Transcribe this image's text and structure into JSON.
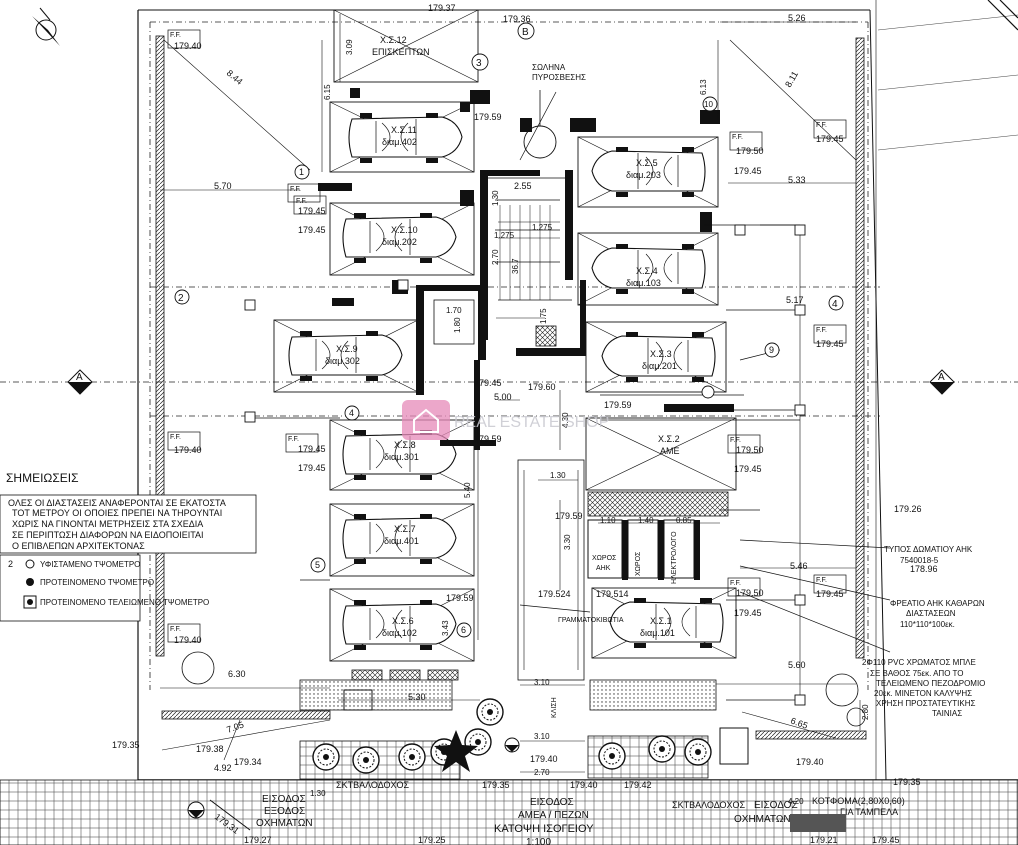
{
  "spots": [
    {
      "code": "Χ.Σ.12",
      "sub": "ΕΠΙΣΚΕΠΤΩΝ"
    },
    {
      "code": "Χ.Σ.11",
      "sub": "διαμ.402"
    },
    {
      "code": "Χ.Σ.10",
      "sub": "διαμ.202"
    },
    {
      "code": "Χ.Σ.9",
      "sub": "διαμ.302"
    },
    {
      "code": "Χ.Σ.8",
      "sub": "διαμ.301"
    },
    {
      "code": "Χ.Σ.7",
      "sub": "διαμ.401"
    },
    {
      "code": "Χ.Σ.6",
      "sub": "διαμ.102"
    },
    {
      "code": "Χ.Σ.5",
      "sub": "διαμ.203"
    },
    {
      "code": "Χ.Σ.4",
      "sub": "διαμ.103"
    },
    {
      "code": "Χ.Σ.3",
      "sub": "διαμ.201"
    },
    {
      "code": "Χ.Σ.2",
      "sub": "ΑΜΕ"
    },
    {
      "code": "Χ.Σ.1",
      "sub": "διαμ.101"
    }
  ],
  "levels": {
    "l17937": "179.37",
    "l17936": "179.36",
    "l17940": "179.40",
    "l17945": "179.45",
    "l17959": "179.59",
    "l17950": "179.50",
    "l17960": "179.60",
    "l179524": "179.524",
    "l179514": "179.514",
    "l17935": "179.35",
    "l17938": "179.38",
    "l17934": "179.34",
    "l17926": "179.26",
    "l17896": "178.96",
    "l17927": "179.27",
    "l17925": "179.25",
    "l17942": "179.42",
    "l17921": "179.21",
    "l17931": "179.31",
    "ff": "F.F."
  },
  "dims": {
    "d526": "5.26",
    "d844": "8.44",
    "d309": "3.09",
    "d615": "6.15",
    "d613": "6.13",
    "d811": "8.11",
    "d570": "5.70",
    "d533": "5.33",
    "d255": "2.55",
    "d130": "1.30",
    "d1275": "1.275",
    "d270": "2.70",
    "d367": "36.7",
    "d517": "5.17",
    "d170": "1.70",
    "d180": "1.80",
    "d175": "1.75",
    "d500": "5.00",
    "d430": "4.30",
    "d540": "5.40",
    "d110": "1.10",
    "d140": "1.40",
    "d085": "0.85",
    "d330": "3.30",
    "d546": "5.46",
    "d343": "3.43",
    "d560": "5.60",
    "d630": "6.30",
    "d530": "5.30",
    "d310": "3.10",
    "d705": "7.05",
    "d492": "4.92",
    "d500b": "5.00",
    "d665": "6.65",
    "d280": "2.80",
    "d420": "4.20"
  },
  "labels": {
    "pipe": "ΣΩΛΗΝΑ\nΠΥΡΟΣΒΕΣΗΣ",
    "bath": "ΧΩΡΟΣ\nΑΗΚ",
    "shaft1": "ΧΩΡΟΣ",
    "shaft2": "ΗΛΕΚΤΡΟΛΟΓΟ",
    "mail": "ΓΡΑΜΜΑΤΟΚΙΒΩΤΙΑ",
    "ahk_room": "ΤΥΠΟΣ ΔΩΜΑΤΙΟΥ ΑΗΚ",
    "ahk_code": "7540018-5",
    "well1": "ΦΡΕΑΤΙΟ ΑΗΚ ΚΑΘΑΡΩΝ",
    "well2": "ΔΙΑΣΤΑΣΕΩΝ",
    "well3": "110*110*100εκ.",
    "pvc1": "2Φ110 PVC ΧΡΩΜΑΤΟΣ ΜΠΛΕ",
    "pvc2": "ΣΕ ΒΑΘΟΣ 75εκ. ΑΠΟ ΤΟ",
    "pvc3": "ΤΕΛΕΙΩΜΕΝΟ ΠΕΖΟΔΡΟΜΙΟ",
    "pvc4": "20εκ. ΜΙΝΕΤΟΝ ΚΑΛΥΨΗΣ",
    "pvc5": "ΧΡΗΣΗ ΠΡΟΣΤΑΤΕΥΤΙΚΗΣ",
    "pvc6": "ΤΑΙΝΙΑΣ",
    "bins_left": "ΣΚΤΒΑΛΟΔΟΧΟΣ",
    "bins_right": "ΣΚΤΒΑΛΟΔΟΧΟΣ",
    "entry_left1": "ΕΙΣΟΔΟΣ",
    "entry_left2": "ΕΞΟΔΟΣ",
    "entry_left3": "ΟΧΗΜΑΤΩΝ",
    "entry_mid1": "ΕΙΣΟΔΟΣ",
    "entry_mid2": "ΑΜΕΑ / ΠΕΖΩΝ",
    "entry_right1": "ΕΙΣΟΔΟΣ",
    "entry_right2": "ΟΧΗΜΑΤΩΝ",
    "kotfoma": "ΚΟΤΦΟΜΑ(2,80Χ0,60)",
    "kotfoma2": "ΓΙΑ ΤΑΜΠΕΛΑ",
    "title": "ΚΑΤΟΨΗ ΙΣΟΓΕΙΟΥ",
    "scale": "1:100",
    "ramp": "ΚΛΙΣΗ",
    "watermark": "REAL ESTATE SHOP"
  },
  "notes": {
    "heading": "ΣΗΜΕΙΩΣΕΙΣ",
    "lines": [
      "ΟΛΕΣ ΟΙ ΔΙΑΣΤΑΣΕΙΣ ΑΝΑΦΕΡΟΝΤΑΙ ΣΕ ΕΚΑΤΟΣΤΑ",
      "ΤΟΤ ΜΕΤΡΟΥ ΟΙ ΟΠΟΙΕΣ ΠΡΕΠΕΙ ΝΑ ΤΗΡΟΥΝΤΑΙ",
      "ΧΩΡΙΣ ΝΑ ΓΙΝΟΝΤΑΙ ΜΕΤΡΗΣΕΙΣ ΣΤΑ ΣΧΕΔΙΑ",
      "ΣΕ ΠΕΡΙΠΤΩΣΗ ΔΙΑΦΟΡΩΝ ΝΑ ΕΙΔΟΠΟΙΕΙΤΑΙ",
      "Ο ΕΠΙΒΛΕΠΩΝ ΑΡΧΙΤΕΚΤΟΝΑΣ"
    ],
    "legend": [
      {
        "sym": "2",
        "text": "ΥΦΙΣΤΑΜΕΝΟ ΤΨΟΜΕΤΡΟ"
      },
      {
        "sym": "",
        "text": "ΠΡΟΤΕΙΝΟΜΕΝΟ ΤΨΟΜΕΤΡΟ"
      },
      {
        "sym": "",
        "text": "ΠΡΟΤΕΙΝΟΜΕΝΟ ΤΕΛΕΙΩΜΕΝΟ ΤΨΟΜΕΤΡΟ"
      }
    ]
  },
  "axes": {
    "n1": "1",
    "n2": "2",
    "n3": "3",
    "n4": "4",
    "n5": "5",
    "n6": "6",
    "n9": "9",
    "n10": "10",
    "a": "A",
    "b": "B"
  }
}
